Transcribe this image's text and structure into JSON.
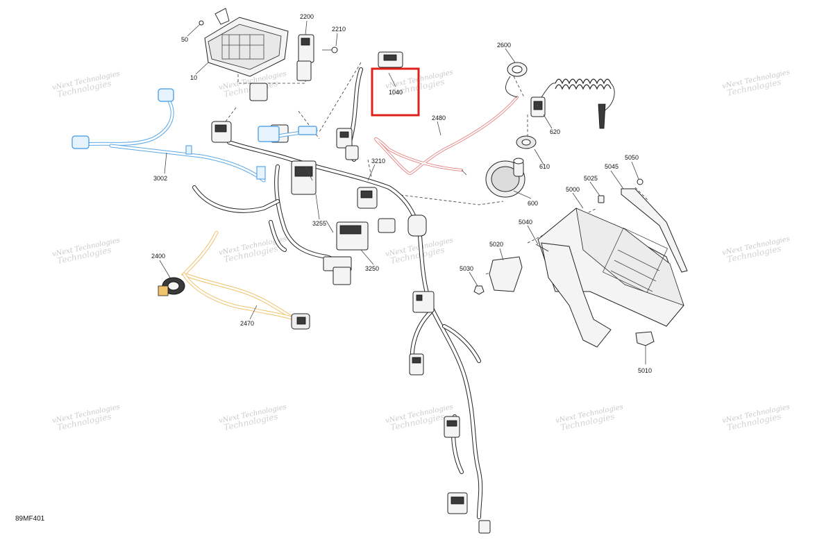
{
  "diagram_code": "89MF401",
  "watermark_text": [
    "vNext Technologies",
    "Technologies"
  ],
  "highlight_color": "#e0201b",
  "harness_colors": {
    "blue": "#5aa8e8",
    "red": "#e58b8b",
    "yellow": "#f0c26a"
  },
  "parts": [
    {
      "id": "p50",
      "label": "50"
    },
    {
      "id": "p10",
      "label": "10"
    },
    {
      "id": "p2200",
      "label": "2200"
    },
    {
      "id": "p2210",
      "label": "2210"
    },
    {
      "id": "p1040",
      "label": "1040"
    },
    {
      "id": "p2600",
      "label": "2600"
    },
    {
      "id": "p2480",
      "label": "2480"
    },
    {
      "id": "p620",
      "label": "620"
    },
    {
      "id": "p610",
      "label": "610"
    },
    {
      "id": "p600",
      "label": "600"
    },
    {
      "id": "p3210",
      "label": "3210"
    },
    {
      "id": "p3002",
      "label": "3002"
    },
    {
      "id": "p3255",
      "label": "3255"
    },
    {
      "id": "p3250",
      "label": "3250"
    },
    {
      "id": "p2400",
      "label": "2400"
    },
    {
      "id": "p2470",
      "label": "2470"
    },
    {
      "id": "p5050",
      "label": "5050"
    },
    {
      "id": "p5045",
      "label": "5045"
    },
    {
      "id": "p5025",
      "label": "5025"
    },
    {
      "id": "p5000",
      "label": "5000"
    },
    {
      "id": "p5040",
      "label": "5040"
    },
    {
      "id": "p5020",
      "label": "5020"
    },
    {
      "id": "p5030",
      "label": "5030"
    },
    {
      "id": "p5010",
      "label": "5010"
    }
  ]
}
